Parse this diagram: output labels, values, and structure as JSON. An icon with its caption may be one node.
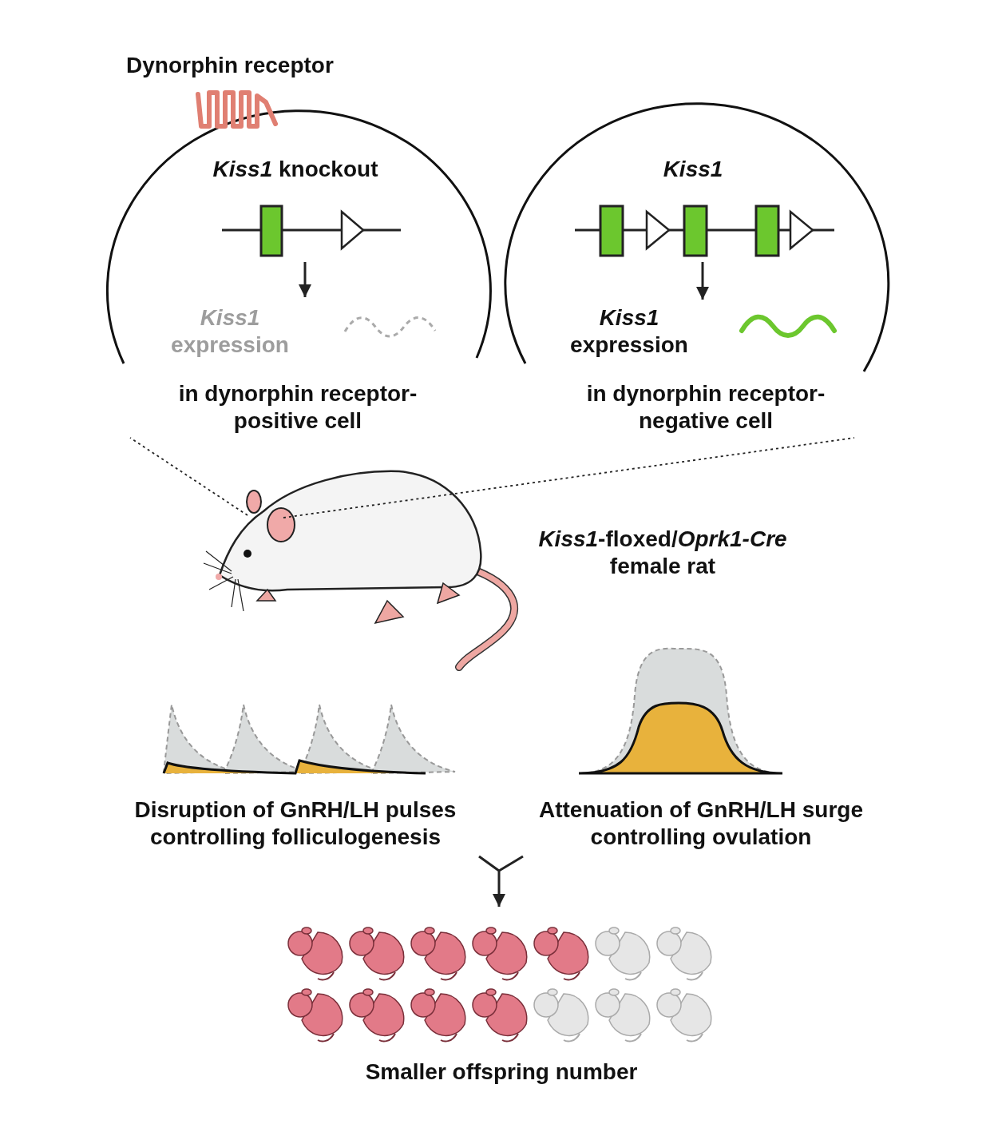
{
  "diagram": {
    "nodes": [
      {
        "text": [
          "*Kiss1* knockout"
        ],
        "beside": [
          "in dynorphin receptor-positive cell"
        ]
      },
      {
        "text": [],
        "shape": "picture",
        "in": 0
      },
      {
        "text": [
          "*Kiss1* expression"
        ],
        "in": 0
      },
      {
        "text": [
          "Kiss1"
        ],
        "beside": [
          "in dynorphin receptor-negative cell"
        ]
      },
      {
        "text": [],
        "shape": "picture",
        "in": 3
      },
      {
        "text": [
          "*Kiss1* expression"
        ],
        "in": 3
      },
      {
        "text": [],
        "shape": "picture",
        "beside": [
          "*Kiss1*-floxed/*Oprk1-Cre* female rat"
        ]
      },
      {
        "text": [
          "Disruption of GnRH/LH pulses controlling folliculogenesis"
        ]
      },
      {
        "text": [
          "Attenuation of GnRH/LH surge controlling ovulation"
        ]
      },
      {
        "text": [
          "Smaller offspring number"
        ]
      }
    ],
    "edges": [
      {
        "from": 1,
        "to": 2,
        "arrow": "to"
      },
      {
        "from": 4,
        "to": 5,
        "arrow": "to"
      },
      {
        "from": 6,
        "to": 0,
        "arrow": "none",
        "style": "dashed"
      },
      {
        "from": 6,
        "to": 3,
        "arrow": "none",
        "style": "dashed"
      },
      {
        "from": 7,
        "to": 9,
        "arrow": "to"
      },
      {
        "from": 8,
        "to": 9,
        "arrow": "to"
      }
    ],
    "labels": [
      "Dynorphin receptor"
    ]
  }
}
